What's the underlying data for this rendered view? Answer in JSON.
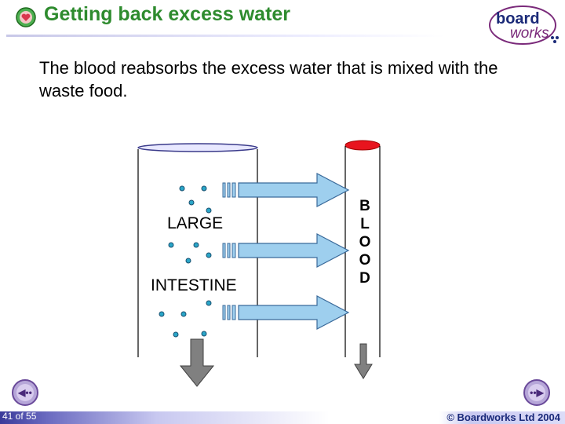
{
  "header": {
    "title": "Getting back excess water",
    "logo_line1": "board",
    "logo_line2": "works",
    "icon": "heart-badge-icon"
  },
  "body": {
    "text": "The blood reabsorbs the excess water that is mixed with the waste food."
  },
  "diagram": {
    "intestine_label_1": "LARGE",
    "intestine_label_2": "INTESTINE",
    "blood_letters": [
      "B",
      "L",
      "O",
      "O",
      "D"
    ]
  },
  "navigation": {
    "prev_icon": "previous-slide-icon",
    "next_icon": "next-slide-icon"
  },
  "footer": {
    "slide_counter": "41 of 55",
    "copyright": "© Boardworks Ltd 2004"
  },
  "colors": {
    "title_green": "#2e8b2e",
    "arrow_blue": "#9ecfee",
    "blood_red": "#e8141e",
    "water_drop": "#2aa6c8",
    "down_arrow_gray": "#808080"
  }
}
